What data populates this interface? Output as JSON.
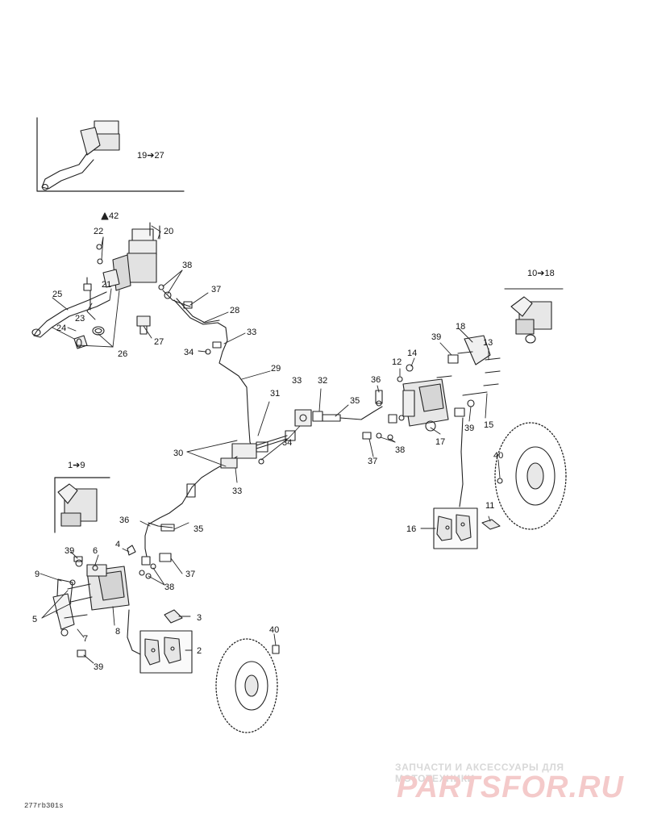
{
  "diagram": {
    "callouts": [
      {
        "key": "c42",
        "text": "42"
      },
      {
        "key": "c20",
        "text": "20"
      },
      {
        "key": "c22",
        "text": "22"
      },
      {
        "key": "c38a",
        "text": "38"
      },
      {
        "key": "c21",
        "text": "21"
      },
      {
        "key": "c37a",
        "text": "37"
      },
      {
        "key": "c25",
        "text": "25"
      },
      {
        "key": "c23",
        "text": "23"
      },
      {
        "key": "c28",
        "text": "28"
      },
      {
        "key": "c24",
        "text": "24"
      },
      {
        "key": "c33a",
        "text": "33"
      },
      {
        "key": "c27",
        "text": "27"
      },
      {
        "key": "c26",
        "text": "26"
      },
      {
        "key": "c34a",
        "text": "34"
      },
      {
        "key": "c29",
        "text": "29"
      },
      {
        "key": "c33b",
        "text": "33"
      },
      {
        "key": "c32",
        "text": "32"
      },
      {
        "key": "c31",
        "text": "31"
      },
      {
        "key": "c36a",
        "text": "36"
      },
      {
        "key": "c35a",
        "text": "35"
      },
      {
        "key": "c34b",
        "text": "34"
      },
      {
        "key": "c30",
        "text": "30"
      },
      {
        "key": "c33c",
        "text": "33"
      },
      {
        "key": "c37b",
        "text": "37"
      },
      {
        "key": "c38b",
        "text": "38"
      },
      {
        "key": "c18",
        "text": "18"
      },
      {
        "key": "c39a",
        "text": "39"
      },
      {
        "key": "c13",
        "text": "13"
      },
      {
        "key": "c14",
        "text": "14"
      },
      {
        "key": "c12",
        "text": "12"
      },
      {
        "key": "c39b",
        "text": "39"
      },
      {
        "key": "c15",
        "text": "15"
      },
      {
        "key": "c17",
        "text": "17"
      },
      {
        "key": "c40a",
        "text": "40"
      },
      {
        "key": "c11",
        "text": "11"
      },
      {
        "key": "c16",
        "text": "16"
      },
      {
        "key": "c36b",
        "text": "36"
      },
      {
        "key": "c35b",
        "text": "35"
      },
      {
        "key": "c4",
        "text": "4"
      },
      {
        "key": "c39c",
        "text": "39"
      },
      {
        "key": "c6",
        "text": "6"
      },
      {
        "key": "c37c",
        "text": "37"
      },
      {
        "key": "c38c",
        "text": "38"
      },
      {
        "key": "c9",
        "text": "9"
      },
      {
        "key": "c5",
        "text": "5"
      },
      {
        "key": "c7",
        "text": "7"
      },
      {
        "key": "c8",
        "text": "8"
      },
      {
        "key": "c3",
        "text": "3"
      },
      {
        "key": "c2",
        "text": "2"
      },
      {
        "key": "c39d",
        "text": "39"
      },
      {
        "key": "c40b",
        "text": "40"
      }
    ],
    "ranges": [
      {
        "key": "r19",
        "text": "19➔27"
      },
      {
        "key": "r10",
        "text": "10➔18"
      },
      {
        "key": "r1",
        "text": "1➔9"
      }
    ]
  },
  "watermark": {
    "subtitle": "ЗАПЧАСТИ И АКСЕССУАРЫ ДЛЯ МОТОТЕХНИКИ",
    "logo": "PARTSFOR.RU"
  },
  "drawing_code": "277rb301s"
}
